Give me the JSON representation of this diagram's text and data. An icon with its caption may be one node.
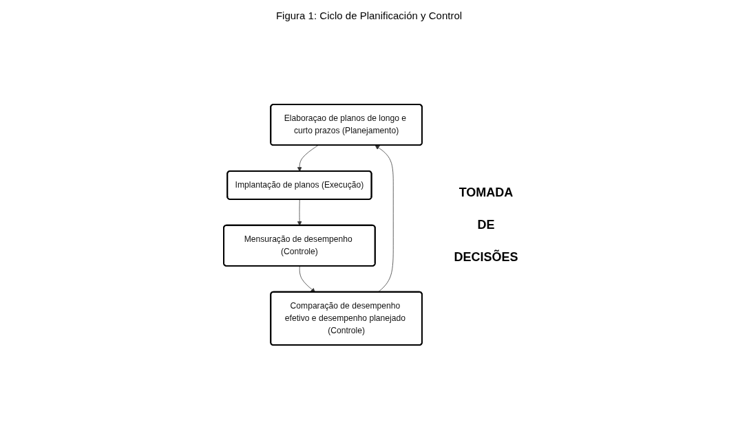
{
  "diagram": {
    "title": "Figura 1: Ciclo de Planificación y Control",
    "nodes": [
      {
        "text": [
          "Elaboraçao de planos de longo e curto prazos (Planejamento)"
        ]
      },
      {
        "text": [
          "Implantação de planos (Execução)"
        ]
      },
      {
        "text": [
          "Mensuração de desempenho (Controle)"
        ]
      },
      {
        "text": [
          "Comparação de desempenho efetivo e desempenho planejado (Controle)"
        ]
      }
    ],
    "edges": [
      {
        "from": 0,
        "to": 1,
        "arrow": "to"
      },
      {
        "from": 1,
        "to": 2,
        "arrow": "to"
      },
      {
        "from": 2,
        "to": 3,
        "arrow": "to"
      },
      {
        "from": 3,
        "to": 0,
        "arrow": "to"
      }
    ],
    "labels": [
      "TOMADA",
      "DE",
      "DECISÕES"
    ]
  }
}
